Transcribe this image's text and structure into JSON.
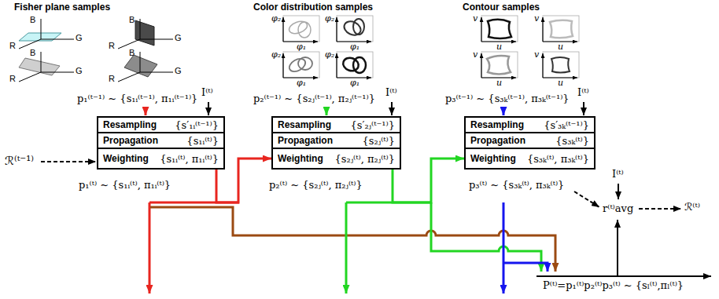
{
  "diagram": {
    "nodes": [
      {
        "text": [
          "Resampling",
          "{s′₁ᵢ⁽ᵗ⁻¹⁾}"
        ]
      },
      {
        "text": [
          "Propagation",
          "{s₁ᵢ⁽ᵗ⁾}"
        ]
      },
      {
        "text": [
          "Weighting",
          "{s₁ᵢ⁽ᵗ⁾, π₁ᵢ⁽ᵗ⁾}"
        ]
      },
      {
        "text": [
          "Resampling",
          "{s′₂ⱼ⁽ᵗ⁻¹⁾}"
        ]
      },
      {
        "text": [
          "Propagation",
          "{s₂ⱼ⁽ᵗ⁾}"
        ]
      },
      {
        "text": [
          "Weighting",
          "{s₂ⱼ⁽ᵗ⁾, π₂ⱼ⁽ᵗ⁾}"
        ]
      },
      {
        "text": [
          "Resampling",
          "{s′₃ₖ⁽ᵗ⁻¹⁾}"
        ]
      },
      {
        "text": [
          "Propagation",
          "{s₃ₖ⁽ᵗ⁾}"
        ]
      },
      {
        "text": [
          "Weighting",
          "{s₃ₖ⁽ᵗ⁾, π₃ₖ⁽ᵗ⁾}"
        ]
      }
    ],
    "edges": [
      {
        "from": 2,
        "to": 5,
        "arrow": "to"
      },
      {
        "from": 5,
        "to": 8,
        "arrow": "to"
      }
    ],
    "labels": [
      "Fisher plane samples",
      "Color distribution samples",
      "Contour samples",
      "B",
      "R",
      "G",
      "B",
      "R",
      "G",
      "B",
      "R",
      "G",
      "B",
      "R",
      "G",
      "φ₂",
      "φ₁",
      "φ₂",
      "φ₁",
      "φ₂",
      "φ₁",
      "φ₂",
      "φ₁",
      "v",
      "u",
      "v",
      "u",
      "v",
      "u",
      "v",
      "u",
      "p₁⁽ᵗ⁻¹⁾ ~ {s₁ᵢ⁽ᵗ⁻¹⁾, π₁ᵢ⁽ᵗ⁻¹⁾}",
      "I⁽ᵗ⁾",
      "p₂⁽ᵗ⁻¹⁾ ~ {s₂ⱼ⁽ᵗ⁻¹⁾, π₂ⱼ⁽ᵗ⁻¹⁾}",
      "I⁽ᵗ⁾",
      "p₃⁽ᵗ⁻¹⁾ ~ {s₃ₖ⁽ᵗ⁻¹⁾, π₃ₖ⁽ᵗ⁻¹⁾}",
      "I⁽ᵗ⁾",
      "ℛ⁽ᵗ⁻¹⁾",
      "p₁⁽ᵗ⁾ ~ {s₁ᵢ⁽ᵗ⁾, π₁ᵢ⁽ᵗ⁾}",
      "p₂⁽ᵗ⁾ ~ {s₂ⱼ⁽ᵗ⁾, π₂ⱼ⁽ᵗ⁾}",
      "p₃⁽ᵗ⁾ ~ {s₃ₖ⁽ᵗ⁾, π₃ₖ⁽ᵗ⁾}",
      "I⁽ᵗ⁾",
      "r⁽ᵗ⁾avg",
      "ℛ⁽ᵗ⁾",
      "P⁽ᵗ⁾=p₁⁽ᵗ⁾p₂⁽ᵗ⁾p₃⁽ᵗ⁾ ~ {sₗ⁽ᵗ⁾,πₗ⁽ᵗ⁾}"
    ]
  }
}
